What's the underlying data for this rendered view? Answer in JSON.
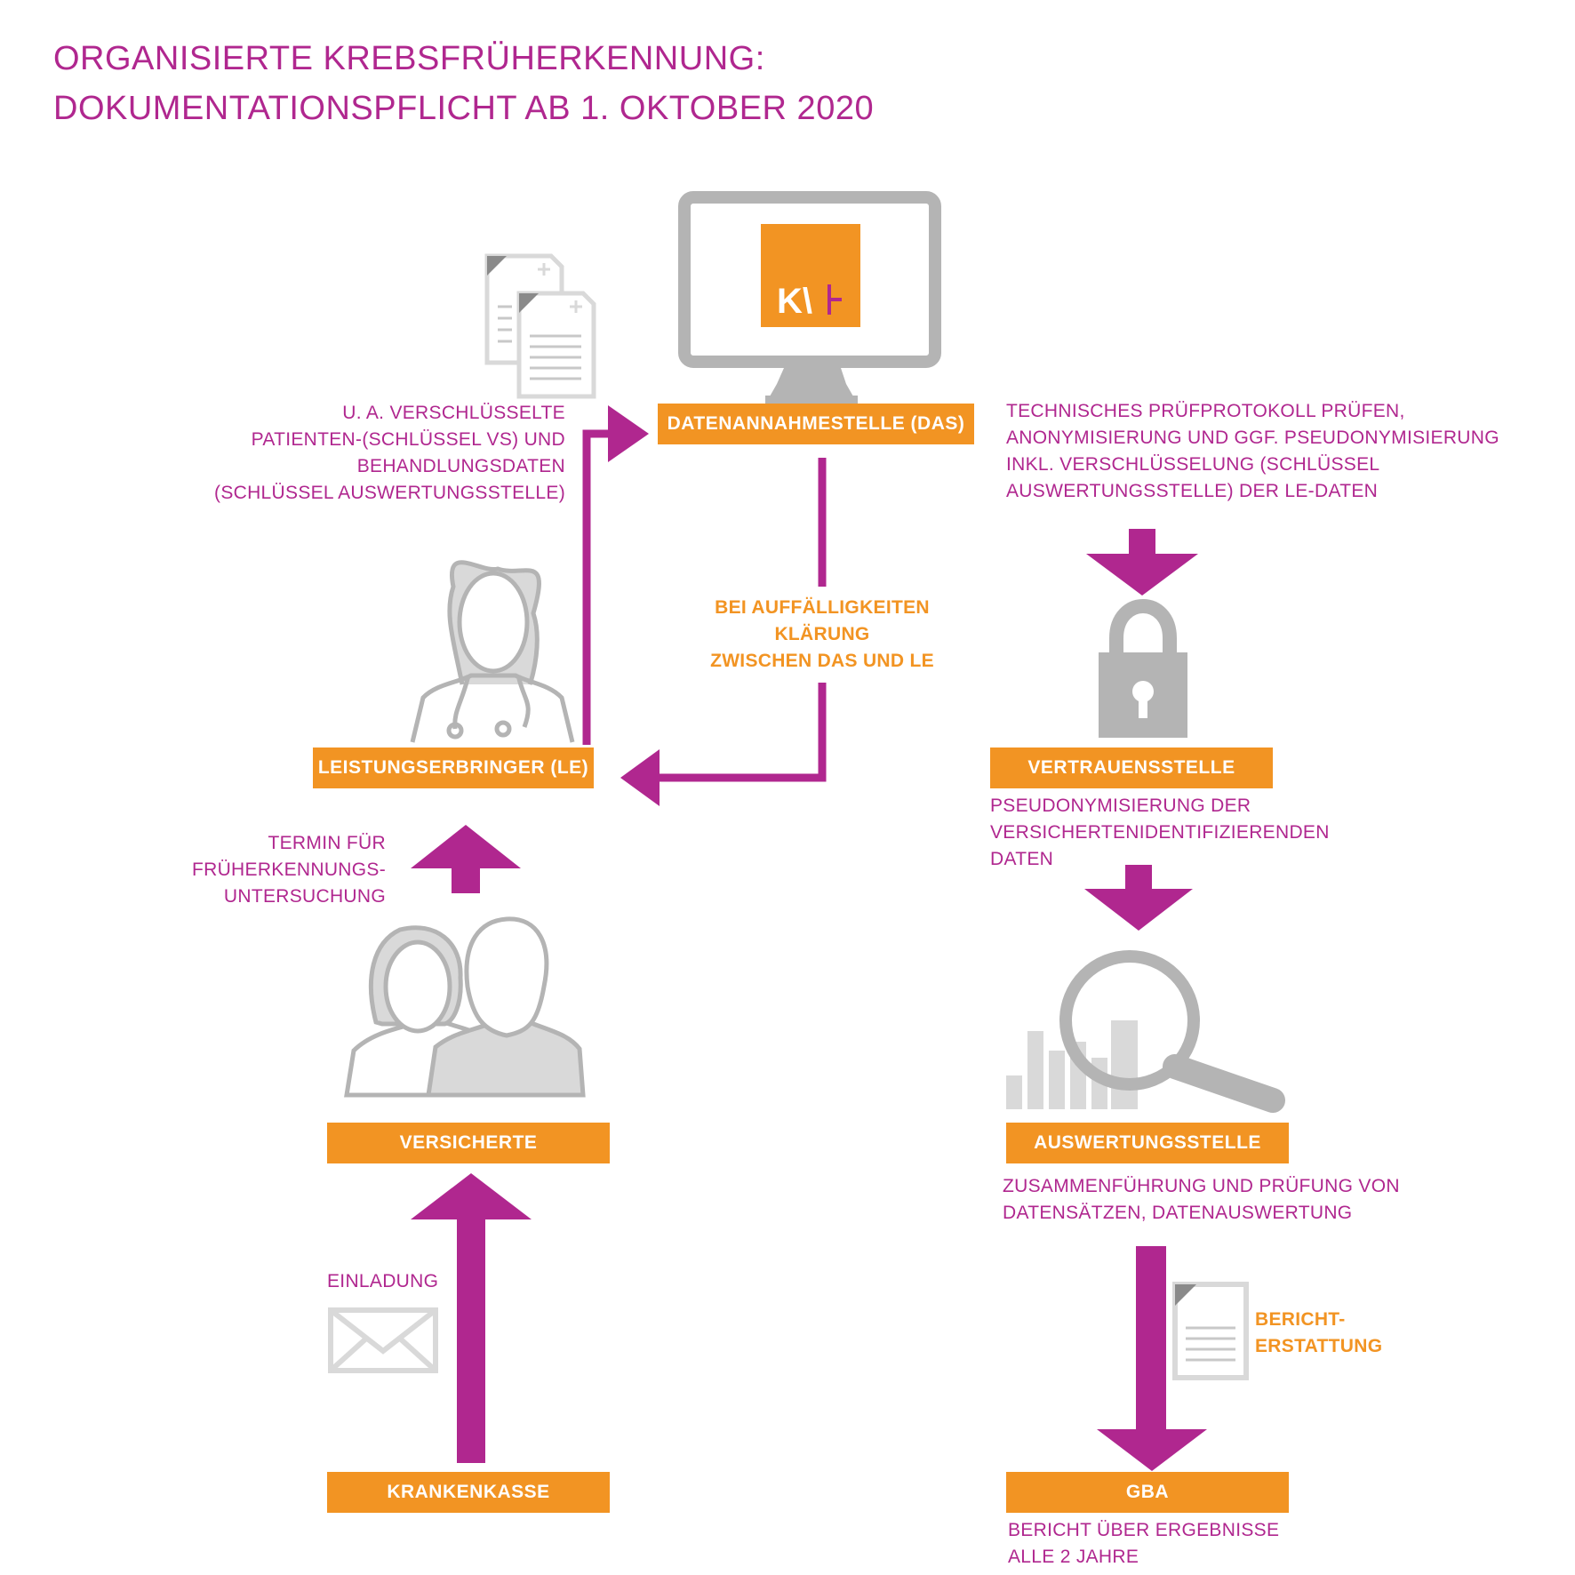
{
  "title": {
    "line1": "ORGANISIERTE KREBSFRÜHERKENNUNG:",
    "line2": "DOKUMENTATIONSPFLICHT AB 1. OKTOBER 2020"
  },
  "logo": {
    "text_left": "K\\",
    "text_right": "I-"
  },
  "boxes": {
    "das": "DATENANNAHMESTELLE (DAS)",
    "le": "LEISTUNGSERBRINGER (LE)",
    "versicherte": "VERSICHERTE",
    "krankenkasse": "KRANKENKASSE",
    "vertrauensstelle": "VERTRAUENSSTELLE",
    "auswertungsstelle": "AUSWERTUNGSSTELLE",
    "gba": "GBA"
  },
  "notes": {
    "le_to_das": [
      "U. A. VERSCHLÜSSELTE",
      "PATIENTEN-(SCHLÜSSEL VS) UND",
      "BEHANDLUNGSDATEN",
      "(SCHLÜSSEL AUSWERTUNGSSTELLE)"
    ],
    "das_to_le": [
      "BEI AUFFÄLLIGKEITEN",
      "KLÄRUNG",
      "ZWISCHEN DAS UND LE"
    ],
    "das_process": [
      "TECHNISCHES PRÜFPROTOKOLL PRÜFEN,",
      "ANONYMISIERUNG UND GGF. PSEUDONYMISIERUNG",
      "INKL. VERSCHLÜSSELUNG (SCHLÜSSEL",
      "AUSWERTUNGSSTELLE) DER LE-DATEN"
    ],
    "termin": [
      "TERMIN FÜR",
      "FRÜHERKENNUNGS-",
      "UNTERSUCHUNG"
    ],
    "vertrauensstelle": [
      "PSEUDONYMISIERUNG DER",
      "VERSICHERTENIDENTIFIZIERENDEN",
      "DATEN"
    ],
    "auswertungsstelle": [
      "ZUSAMMENFÜHRUNG UND PRÜFUNG VON",
      "DATENSÄTZEN, DATENAUSWERTUNG"
    ],
    "einladung": "EINLADUNG",
    "bericht": [
      "BERICHT-",
      "ERSTATTUNG"
    ],
    "gba": [
      "BERICHT ÜBER ERGEBNISSE",
      "ALLE 2 JAHRE"
    ]
  },
  "icons": [
    "documents-icon",
    "monitor-icon",
    "doctor-icon",
    "people-icon",
    "envelope-icon",
    "lock-icon",
    "magnifier-chart-icon",
    "report-icon"
  ],
  "colors": {
    "magenta": "#b0278f",
    "orange": "#f29423",
    "gray": "#b4b4b4",
    "light_gray": "#d9d9d9"
  }
}
